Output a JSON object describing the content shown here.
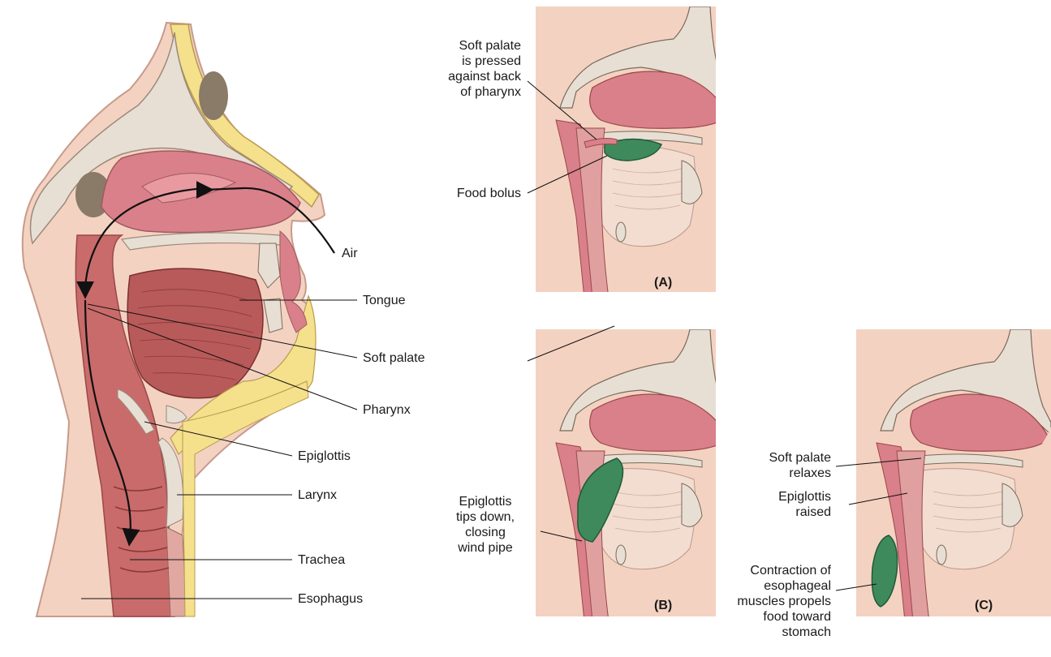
{
  "main_figure": {
    "labels": {
      "air": "Air",
      "tongue": "Tongue",
      "soft_palate": "Soft palate",
      "pharynx": "Pharynx",
      "epiglottis": "Epiglottis",
      "larynx": "Larynx",
      "trachea": "Trachea",
      "esophagus": "Esophagus"
    }
  },
  "panel_a": {
    "tag": "(A)",
    "soft_palate_note": [
      "Soft palate",
      "is pressed",
      "against back",
      "of pharynx"
    ],
    "food_bolus": "Food bolus"
  },
  "panel_b": {
    "tag": "(B)",
    "epiglottis_note": [
      "Epiglottis",
      "tips down,",
      "closing",
      "wind pipe"
    ]
  },
  "panel_c": {
    "tag": "(C)",
    "soft_palate_note": [
      "Soft palate",
      "relaxes"
    ],
    "epiglottis_note": [
      "Epiglottis",
      "raised"
    ],
    "contraction_note": [
      "Contraction of",
      "esophageal",
      "muscles propels",
      "food toward",
      "stomach"
    ]
  },
  "colors": {
    "skin": "#f4d2c1",
    "bone": "#e8dfd4",
    "tissue_pink": "#d9808a",
    "muscle": "#b85a5a",
    "fat_yellow": "#f5e08c",
    "bolus_green": "#3f8a5c",
    "airway": "#c96b6b"
  }
}
